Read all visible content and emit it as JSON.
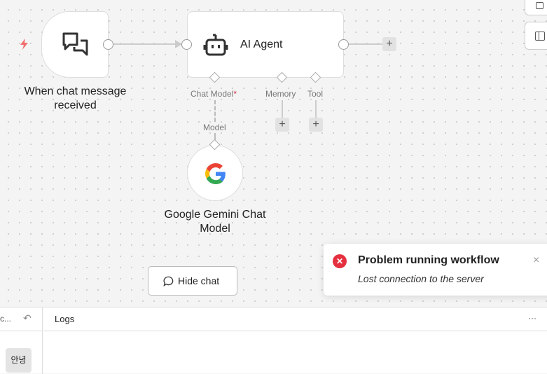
{
  "nodes": {
    "trigger": {
      "title": "When chat message received",
      "icon": "chat-icon"
    },
    "agent": {
      "title": "AI Agent",
      "icon": "robot-icon",
      "ports": {
        "chat_model": "Chat Model",
        "required_mark": "*",
        "memory": "Memory",
        "tool": "Tool"
      }
    },
    "gemini": {
      "title": "Google Gemini Chat Model",
      "port": "Model",
      "icon": "google-icon"
    }
  },
  "hide_chat": "Hide chat",
  "toast": {
    "title": "Problem running workflow",
    "message": "Lost connection to the server",
    "error_color": "#e5303f"
  },
  "bottom": {
    "left_label": "c...",
    "logs_label": "Logs",
    "more": "···",
    "chat_message": "안녕"
  }
}
